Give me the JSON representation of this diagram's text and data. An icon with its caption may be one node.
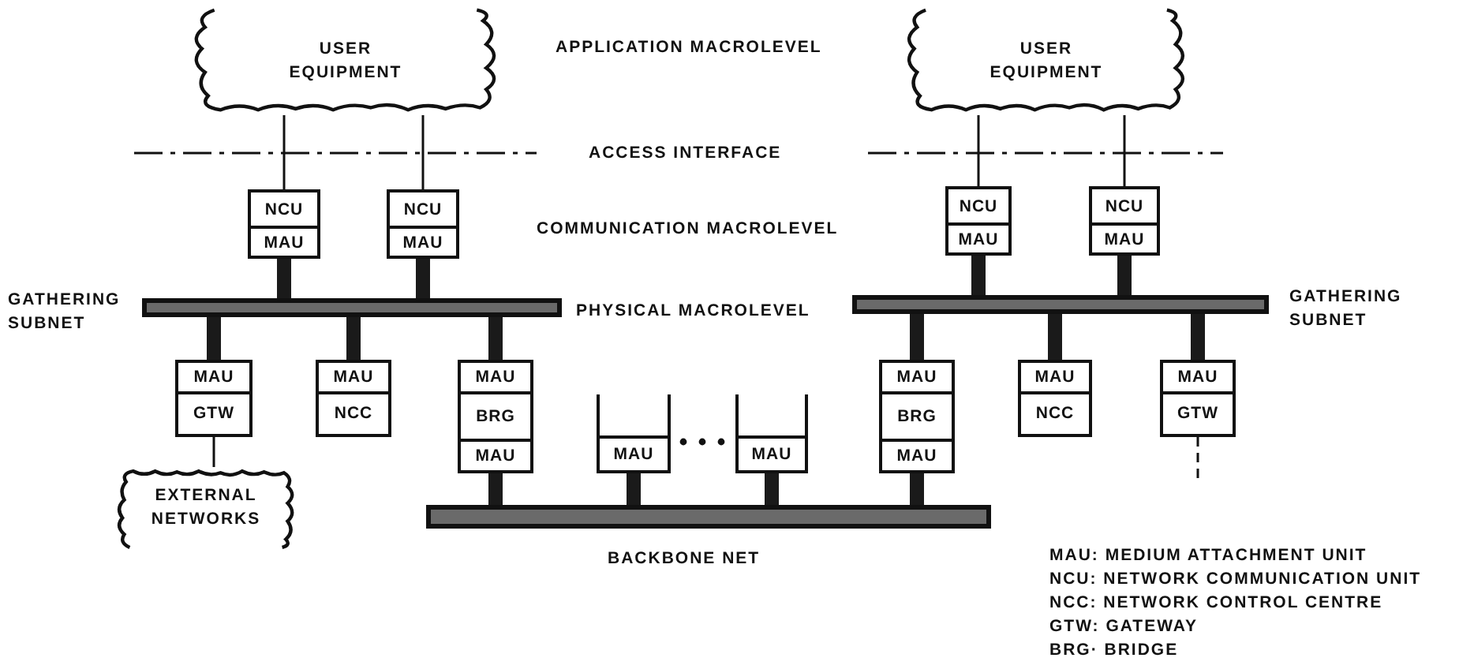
{
  "diagram": {
    "nodes": [
      {
        "text": [
          "USER EQUIPMENT"
        ]
      },
      {
        "text": [
          "USER EQUIPMENT"
        ]
      },
      {
        "text": [
          "NCU",
          "MAU"
        ]
      },
      {
        "text": [
          "NCU",
          "MAU"
        ]
      },
      {
        "text": [
          "NCU",
          "MAU"
        ]
      },
      {
        "text": [
          "NCU",
          "MAU"
        ]
      },
      {
        "text": [],
        "shape": "bar",
        "beside": [
          "GATHERING SUBNET"
        ]
      },
      {
        "text": [],
        "shape": "bar",
        "beside": [
          "GATHERING SUBNET"
        ]
      },
      {
        "text": [
          "MAU",
          "GTW"
        ]
      },
      {
        "text": [
          "MAU",
          "NCC"
        ]
      },
      {
        "text": [
          "MAU",
          "BRG",
          "MAU"
        ]
      },
      {
        "text": [
          "MAU"
        ]
      },
      {
        "text": [
          "MAU"
        ]
      },
      {
        "text": [
          "MAU",
          "BRG",
          "MAU"
        ]
      },
      {
        "text": [
          "MAU",
          "NCC"
        ]
      },
      {
        "text": [
          "MAU",
          "GTW"
        ]
      },
      {
        "text": [
          "EXTERNAL NETWORKS"
        ]
      },
      {
        "text": [],
        "shape": "bar",
        "beside": [
          "BACKBONE NET"
        ]
      }
    ],
    "edges": [
      {
        "from": 0,
        "to": 2,
        "arrow": "none"
      },
      {
        "from": 0,
        "to": 3,
        "arrow": "none"
      },
      {
        "from": 1,
        "to": 4,
        "arrow": "none"
      },
      {
        "from": 1,
        "to": 5,
        "arrow": "none"
      },
      {
        "from": 2,
        "to": 6,
        "arrow": "none"
      },
      {
        "from": 3,
        "to": 6,
        "arrow": "none"
      },
      {
        "from": 4,
        "to": 7,
        "arrow": "none"
      },
      {
        "from": 5,
        "to": 7,
        "arrow": "none"
      },
      {
        "from": 6,
        "to": 8,
        "arrow": "none"
      },
      {
        "from": 6,
        "to": 9,
        "arrow": "none"
      },
      {
        "from": 6,
        "to": 10,
        "arrow": "none"
      },
      {
        "from": 7,
        "to": 13,
        "arrow": "none"
      },
      {
        "from": 7,
        "to": 14,
        "arrow": "none"
      },
      {
        "from": 7,
        "to": 15,
        "arrow": "none"
      },
      {
        "from": 8,
        "to": 16,
        "arrow": "none"
      },
      {
        "from": 15,
        "to": null,
        "arrow": "none",
        "style": "dashed"
      },
      {
        "from": 10,
        "to": 17,
        "arrow": "none"
      },
      {
        "from": 11,
        "to": 17,
        "arrow": "none"
      },
      {
        "from": 12,
        "to": 17,
        "arrow": "none"
      },
      {
        "from": 13,
        "to": 17,
        "arrow": "none"
      }
    ],
    "labels": [
      "APPLICATION MACROLEVEL",
      "ACCESS INTERFACE",
      "COMMUNICATION MACROLEVEL",
      "PHYSICAL MACROLEVEL",
      "MAU: MEDIUM ATTACHMENT UNIT",
      "NCU: NETWORK COMMUNICATION UNIT",
      "NCC: NETWORK CONTROL CENTRE",
      "GTW: GATEWAY",
      "BRG· BRIDGE"
    ]
  }
}
